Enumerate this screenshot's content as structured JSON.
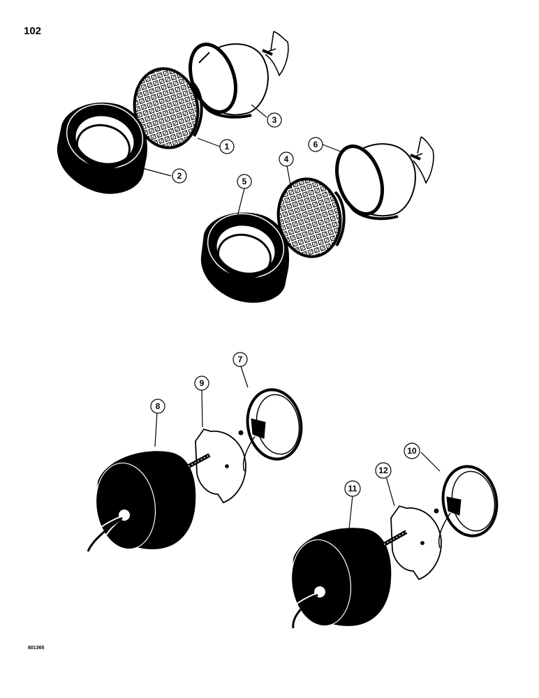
{
  "page": {
    "number": "102",
    "drawing_code": "801365"
  },
  "callouts": [
    {
      "label": "1"
    },
    {
      "label": "2"
    },
    {
      "label": "3"
    },
    {
      "label": "4"
    },
    {
      "label": "5"
    },
    {
      "label": "6"
    },
    {
      "label": "7"
    },
    {
      "label": "8"
    },
    {
      "label": "9"
    },
    {
      "label": "10"
    },
    {
      "label": "11"
    },
    {
      "label": "12"
    }
  ],
  "colors": {
    "ink": "#000000",
    "paper": "#ffffff"
  }
}
